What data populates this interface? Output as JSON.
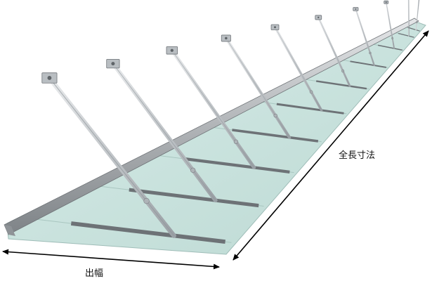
{
  "dimensions": {
    "length_label": "全長寸法",
    "width_label": "出幅"
  },
  "colors": {
    "glass": "#cfe6e1",
    "glass_edge": "#9fbdb8",
    "rail": "#8a8e92",
    "rod": "#c9ccd0",
    "dimension_line": "#000000"
  },
  "components": {
    "support_rod_count": 10,
    "glass_panel_count": 10
  }
}
